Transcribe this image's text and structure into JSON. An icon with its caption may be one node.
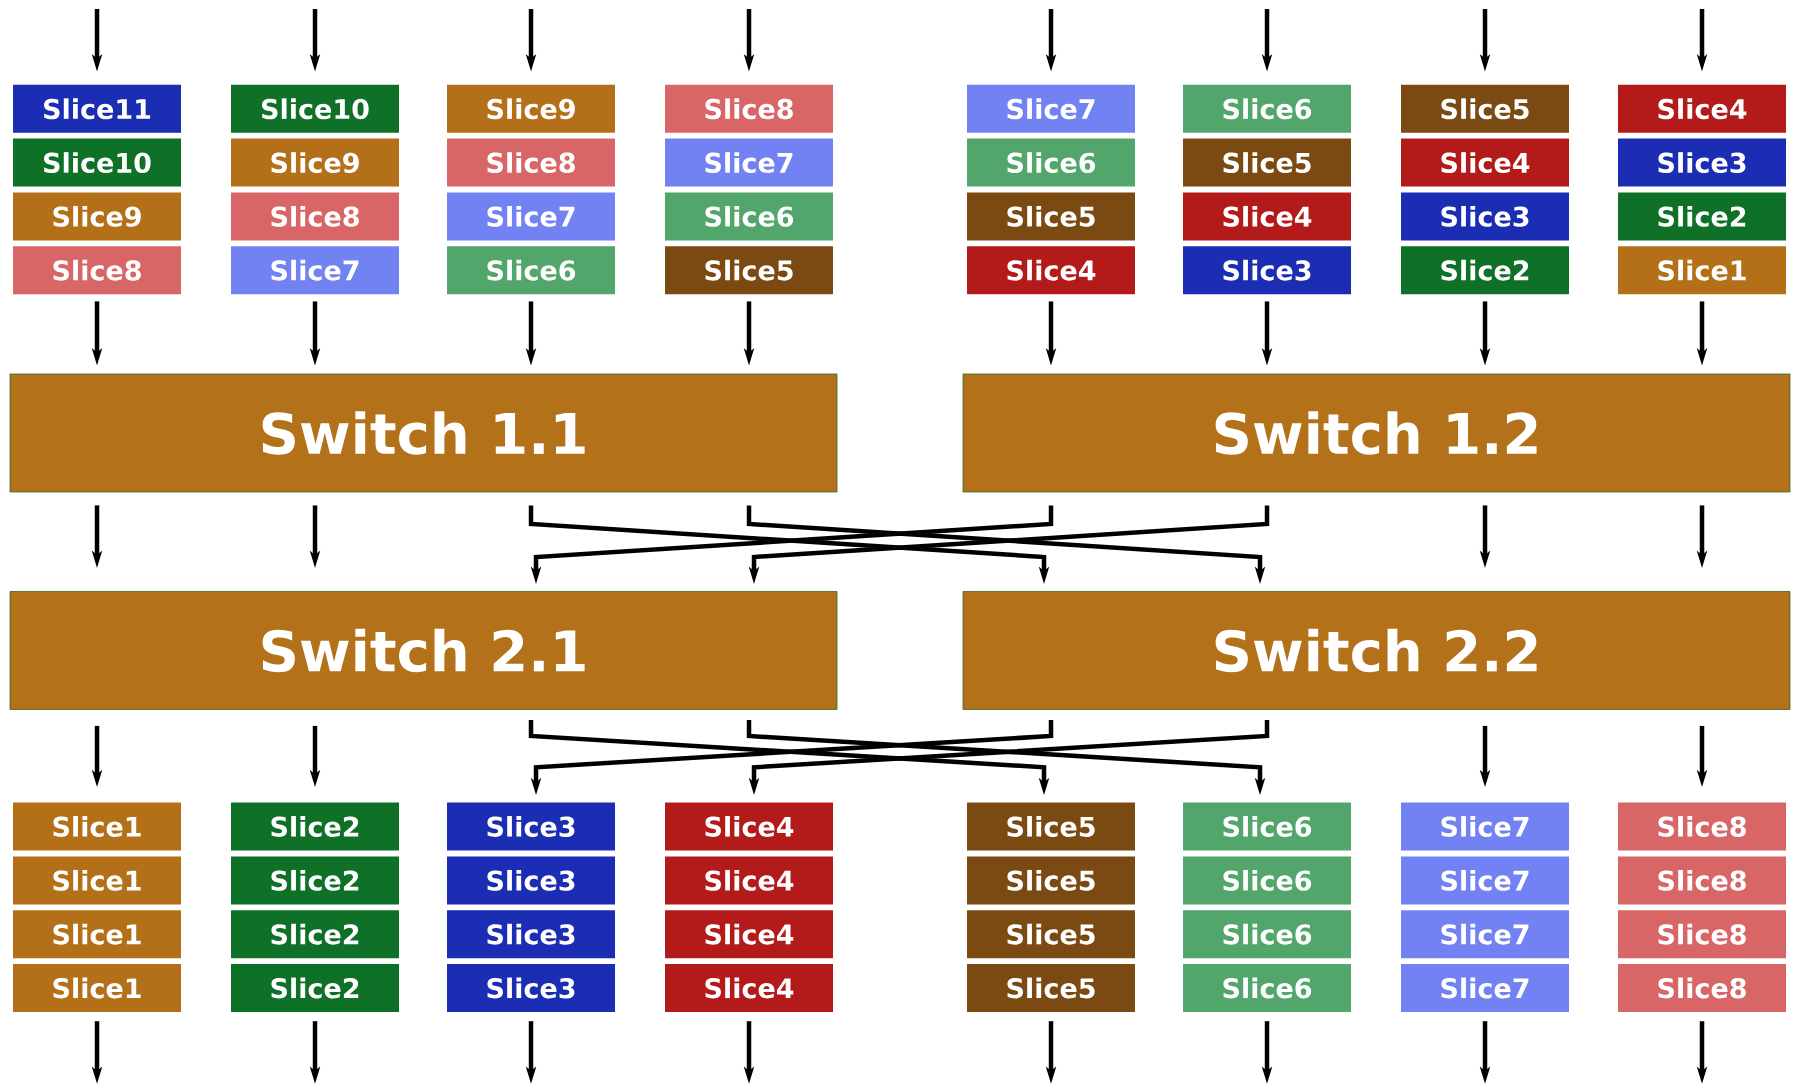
{
  "diagram": {
    "nodes": [
      {
        "text": [
          "Slice11"
        ]
      },
      {
        "text": [
          "Slice10"
        ]
      },
      {
        "text": [
          "Slice9"
        ]
      },
      {
        "text": [
          "Slice8"
        ]
      },
      {
        "text": [
          "Slice10"
        ]
      },
      {
        "text": [
          "Slice9"
        ]
      },
      {
        "text": [
          "Slice8"
        ]
      },
      {
        "text": [
          "Slice7"
        ]
      },
      {
        "text": [
          "Slice9"
        ]
      },
      {
        "text": [
          "Slice8"
        ]
      },
      {
        "text": [
          "Slice7"
        ]
      },
      {
        "text": [
          "Slice6"
        ]
      },
      {
        "text": [
          "Slice8"
        ]
      },
      {
        "text": [
          "Slice7"
        ]
      },
      {
        "text": [
          "Slice6"
        ]
      },
      {
        "text": [
          "Slice5"
        ]
      },
      {
        "text": [
          "Slice7"
        ]
      },
      {
        "text": [
          "Slice6"
        ]
      },
      {
        "text": [
          "Slice5"
        ]
      },
      {
        "text": [
          "Slice4"
        ]
      },
      {
        "text": [
          "Slice6"
        ]
      },
      {
        "text": [
          "Slice5"
        ]
      },
      {
        "text": [
          "Slice4"
        ]
      },
      {
        "text": [
          "Slice3"
        ]
      },
      {
        "text": [
          "Slice5"
        ]
      },
      {
        "text": [
          "Slice4"
        ]
      },
      {
        "text": [
          "Slice3"
        ]
      },
      {
        "text": [
          "Slice2"
        ]
      },
      {
        "text": [
          "Slice4"
        ]
      },
      {
        "text": [
          "Slice3"
        ]
      },
      {
        "text": [
          "Slice2"
        ]
      },
      {
        "text": [
          "Slice1"
        ]
      },
      {
        "text": [
          "Switch 1.1"
        ]
      },
      {
        "text": [
          "Switch 1.2"
        ]
      },
      {
        "text": [
          "Switch 2.1"
        ]
      },
      {
        "text": [
          "Switch 2.2"
        ]
      },
      {
        "text": [
          "Slice1"
        ]
      },
      {
        "text": [
          "Slice1"
        ]
      },
      {
        "text": [
          "Slice1"
        ]
      },
      {
        "text": [
          "Slice1"
        ]
      },
      {
        "text": [
          "Slice2"
        ]
      },
      {
        "text": [
          "Slice2"
        ]
      },
      {
        "text": [
          "Slice2"
        ]
      },
      {
        "text": [
          "Slice2"
        ]
      },
      {
        "text": [
          "Slice3"
        ]
      },
      {
        "text": [
          "Slice3"
        ]
      },
      {
        "text": [
          "Slice3"
        ]
      },
      {
        "text": [
          "Slice3"
        ]
      },
      {
        "text": [
          "Slice4"
        ]
      },
      {
        "text": [
          "Slice4"
        ]
      },
      {
        "text": [
          "Slice4"
        ]
      },
      {
        "text": [
          "Slice4"
        ]
      },
      {
        "text": [
          "Slice5"
        ]
      },
      {
        "text": [
          "Slice5"
        ]
      },
      {
        "text": [
          "Slice5"
        ]
      },
      {
        "text": [
          "Slice5"
        ]
      },
      {
        "text": [
          "Slice6"
        ]
      },
      {
        "text": [
          "Slice6"
        ]
      },
      {
        "text": [
          "Slice6"
        ]
      },
      {
        "text": [
          "Slice6"
        ]
      },
      {
        "text": [
          "Slice7"
        ]
      },
      {
        "text": [
          "Slice7"
        ]
      },
      {
        "text": [
          "Slice7"
        ]
      },
      {
        "text": [
          "Slice7"
        ]
      },
      {
        "text": [
          "Slice8"
        ]
      },
      {
        "text": [
          "Slice8"
        ]
      },
      {
        "text": [
          "Slice8"
        ]
      },
      {
        "text": [
          "Slice8"
        ]
      }
    ],
    "edges": [
      {
        "from": null,
        "to": 0,
        "arrow": "to"
      },
      {
        "from": null,
        "to": 4,
        "arrow": "to"
      },
      {
        "from": null,
        "to": 8,
        "arrow": "to"
      },
      {
        "from": null,
        "to": 12,
        "arrow": "to"
      },
      {
        "from": null,
        "to": 16,
        "arrow": "to"
      },
      {
        "from": null,
        "to": 20,
        "arrow": "to"
      },
      {
        "from": null,
        "to": 24,
        "arrow": "to"
      },
      {
        "from": null,
        "to": 28,
        "arrow": "to"
      },
      {
        "from": 3,
        "to": 32,
        "arrow": "to"
      },
      {
        "from": 7,
        "to": 32,
        "arrow": "to"
      },
      {
        "from": 11,
        "to": 32,
        "arrow": "to"
      },
      {
        "from": 15,
        "to": 32,
        "arrow": "to"
      },
      {
        "from": 19,
        "to": 33,
        "arrow": "to"
      },
      {
        "from": 23,
        "to": 33,
        "arrow": "to"
      },
      {
        "from": 27,
        "to": 33,
        "arrow": "to"
      },
      {
        "from": 31,
        "to": 33,
        "arrow": "to"
      },
      {
        "from": 32,
        "to": 34,
        "arrow": "to"
      },
      {
        "from": 32,
        "to": 34,
        "arrow": "to"
      },
      {
        "from": 32,
        "to": 35,
        "arrow": "to"
      },
      {
        "from": 32,
        "to": 35,
        "arrow": "to"
      },
      {
        "from": 33,
        "to": 34,
        "arrow": "to"
      },
      {
        "from": 33,
        "to": 34,
        "arrow": "to"
      },
      {
        "from": 33,
        "to": 35,
        "arrow": "to"
      },
      {
        "from": 33,
        "to": 35,
        "arrow": "to"
      },
      {
        "from": 34,
        "to": 36,
        "arrow": "to"
      },
      {
        "from": 34,
        "to": 40,
        "arrow": "to"
      },
      {
        "from": 34,
        "to": 52,
        "arrow": "to"
      },
      {
        "from": 34,
        "to": 56,
        "arrow": "to"
      },
      {
        "from": 35,
        "to": 44,
        "arrow": "to"
      },
      {
        "from": 35,
        "to": 48,
        "arrow": "to"
      },
      {
        "from": 35,
        "to": 60,
        "arrow": "to"
      },
      {
        "from": 35,
        "to": 64,
        "arrow": "to"
      },
      {
        "from": 39,
        "to": null,
        "arrow": "to"
      },
      {
        "from": 43,
        "to": null,
        "arrow": "to"
      },
      {
        "from": 47,
        "to": null,
        "arrow": "to"
      },
      {
        "from": 51,
        "to": null,
        "arrow": "to"
      },
      {
        "from": 55,
        "to": null,
        "arrow": "to"
      },
      {
        "from": 59,
        "to": null,
        "arrow": "to"
      },
      {
        "from": 63,
        "to": null,
        "arrow": "to"
      },
      {
        "from": 67,
        "to": null,
        "arrow": "to"
      }
    ]
  }
}
